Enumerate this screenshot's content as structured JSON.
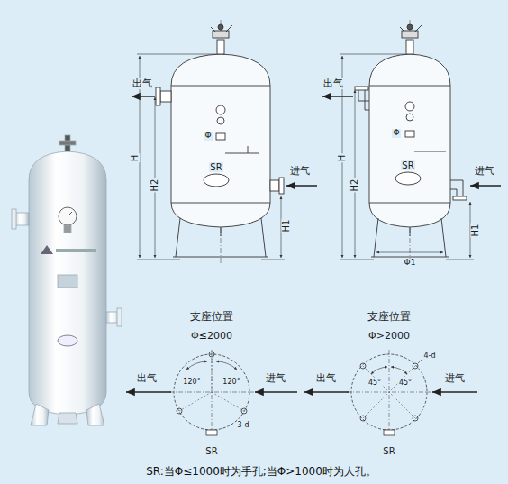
{
  "diagram": {
    "caption": "SR:当Φ≤1000时为手孔;当Φ>1000时为人孔。",
    "labels": [
      "出气",
      "H",
      "H2",
      "Φ",
      "SR",
      "进气",
      "H1",
      "出气",
      "H",
      "H2",
      "SR",
      "Φ",
      "进气",
      "H1",
      "Φ1",
      "支座位置",
      "Φ≤2000",
      "出气",
      "120°",
      "120°",
      "3-d",
      "进气",
      "SR",
      "支座位置",
      "Φ>2000",
      "4-d",
      "出气",
      "45°",
      "45°",
      "进气",
      "SR"
    ]
  }
}
